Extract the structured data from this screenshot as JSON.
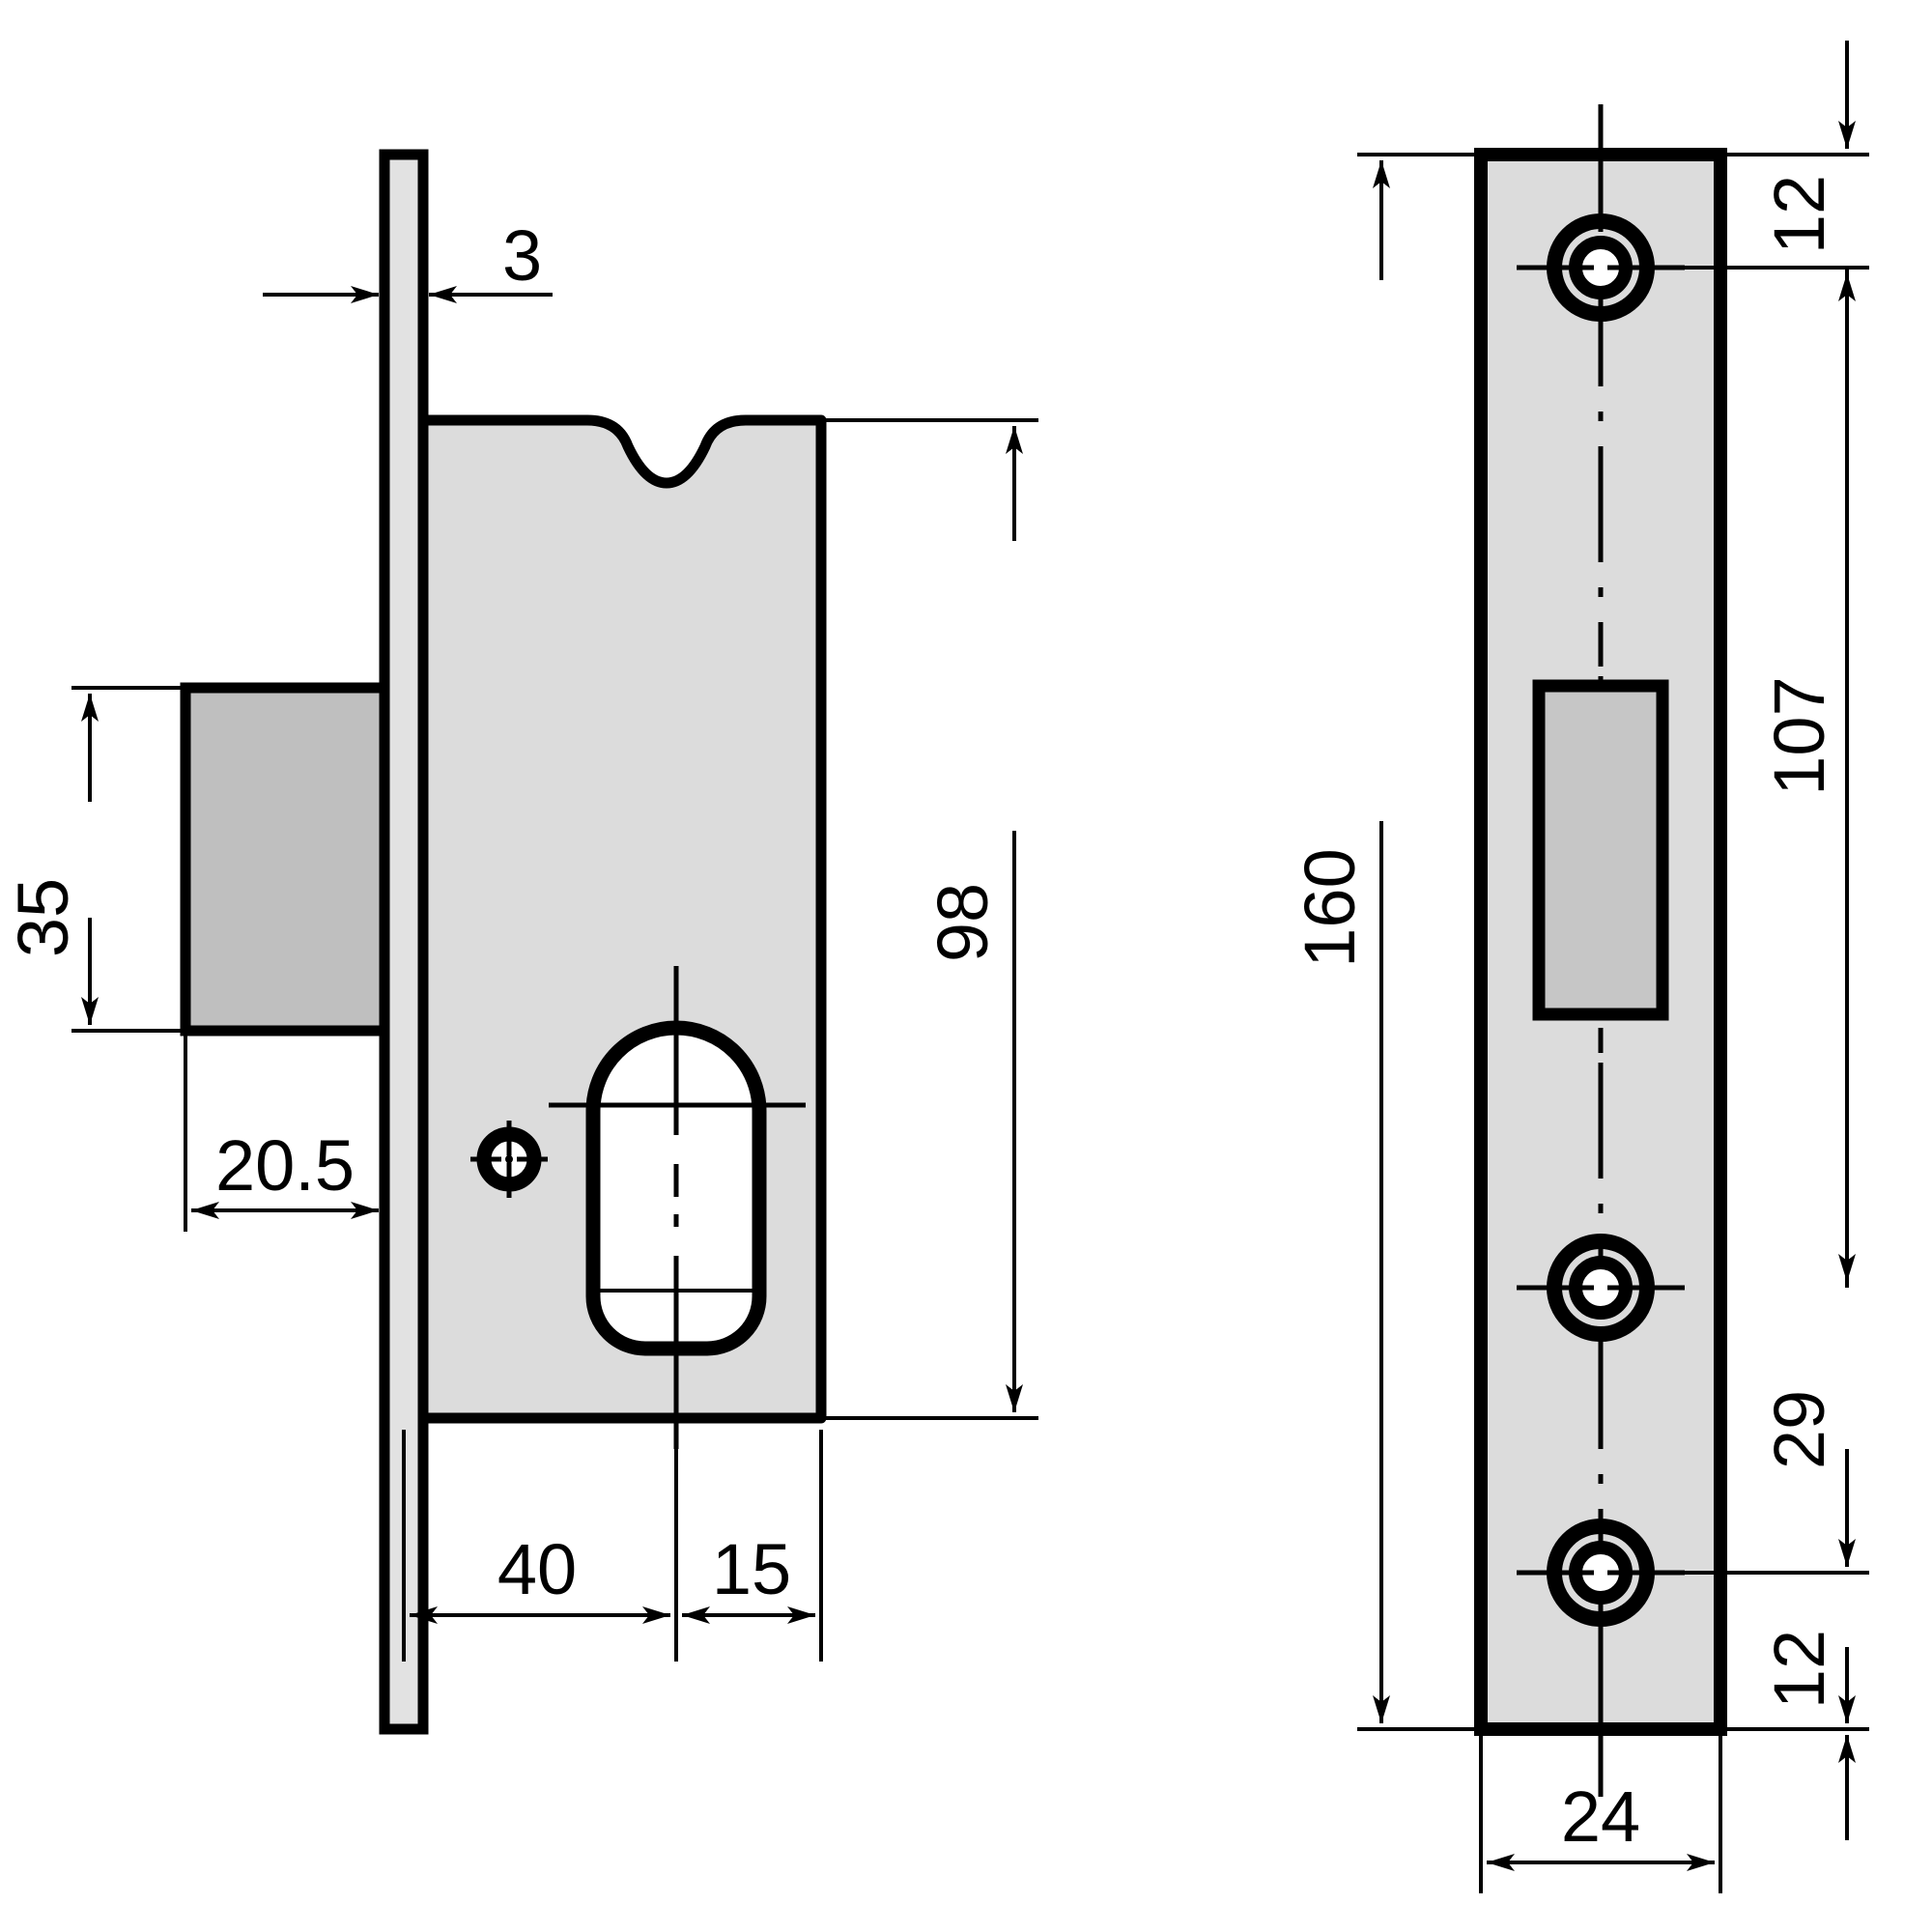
{
  "drawing": {
    "type": "technical-engineering-drawing",
    "subject": "mortise lock body with euro profile cylinder cutout",
    "units": "mm",
    "background_color": "#ffffff",
    "line_color": "#000000",
    "body_fill": "#dcdcdc",
    "bolt_fill": "#bfbfbf",
    "slot_fill": "#c6c6c6",
    "views": [
      {
        "name": "side-elevation-view",
        "position": "left"
      },
      {
        "name": "faceplate-front-view",
        "position": "right"
      }
    ]
  },
  "side_view": {
    "name": "side-elevation-view",
    "dimensions": {
      "faceplate_thickness": "3",
      "latch_bolt_height": "35",
      "latch_bolt_projection": "20.5",
      "case_height": "98",
      "backset_to_cylinder": "40",
      "cylinder_to_case_end": "15"
    },
    "features": {
      "faceplate": "faceplate-strip",
      "case": "lock-case-body",
      "latch_bolt": "latch-bolt",
      "cylinder_cutout": "euro-profile-cylinder-cutout",
      "fixing_hole": "cylinder-fixing-screw-hole",
      "top_notch": "case-top-notch"
    }
  },
  "front_view": {
    "name": "faceplate-front-view",
    "dimensions": {
      "top_edge_to_first_hole": "12",
      "overall_length": "160",
      "first_hole_to_third_hole": "107",
      "third_hole_to_fourth_hole": "29",
      "bottom_hole_to_bottom_edge": "12",
      "faceplate_width": "24"
    },
    "features": {
      "faceplate": "faceplate-plate",
      "screw_holes": [
        "countersunk-screw-hole-top",
        "countersunk-screw-hole-middle",
        "countersunk-screw-hole-bottom"
      ],
      "latch_slot": "latch-bolt-slot",
      "centerline": "vertical-centerline"
    }
  },
  "labels": {
    "d3": "3",
    "d35": "35",
    "d205": "20.5",
    "d98": "98",
    "d40": "40",
    "d15": "15",
    "d12_top": "12",
    "d160": "160",
    "d107": "107",
    "d29": "29",
    "d12_bottom": "12",
    "d24": "24"
  }
}
